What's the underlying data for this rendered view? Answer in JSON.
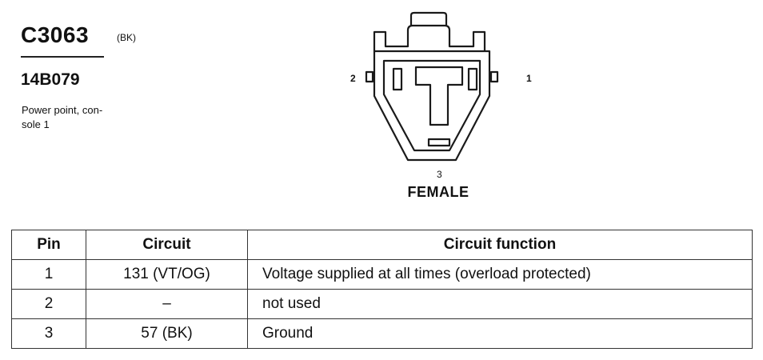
{
  "connector": {
    "id": "C3063",
    "color_code": "(BK)",
    "part_number": "14B079",
    "description": [
      "Power point, con-",
      "sole 1"
    ]
  },
  "diagram": {
    "pin_labels": {
      "left": "2",
      "right": "1",
      "bottom": "3"
    },
    "gender": "FEMALE"
  },
  "table": {
    "headers": {
      "pin": "Pin",
      "circuit": "Circuit",
      "function": "Circuit function"
    },
    "rows": [
      {
        "pin": "1",
        "circuit": "131 (VT/OG)",
        "function": "Voltage supplied at all times (overload protected)"
      },
      {
        "pin": "2",
        "circuit": "–",
        "function": "not used"
      },
      {
        "pin": "3",
        "circuit": "57 (BK)",
        "function": "Ground"
      }
    ]
  }
}
